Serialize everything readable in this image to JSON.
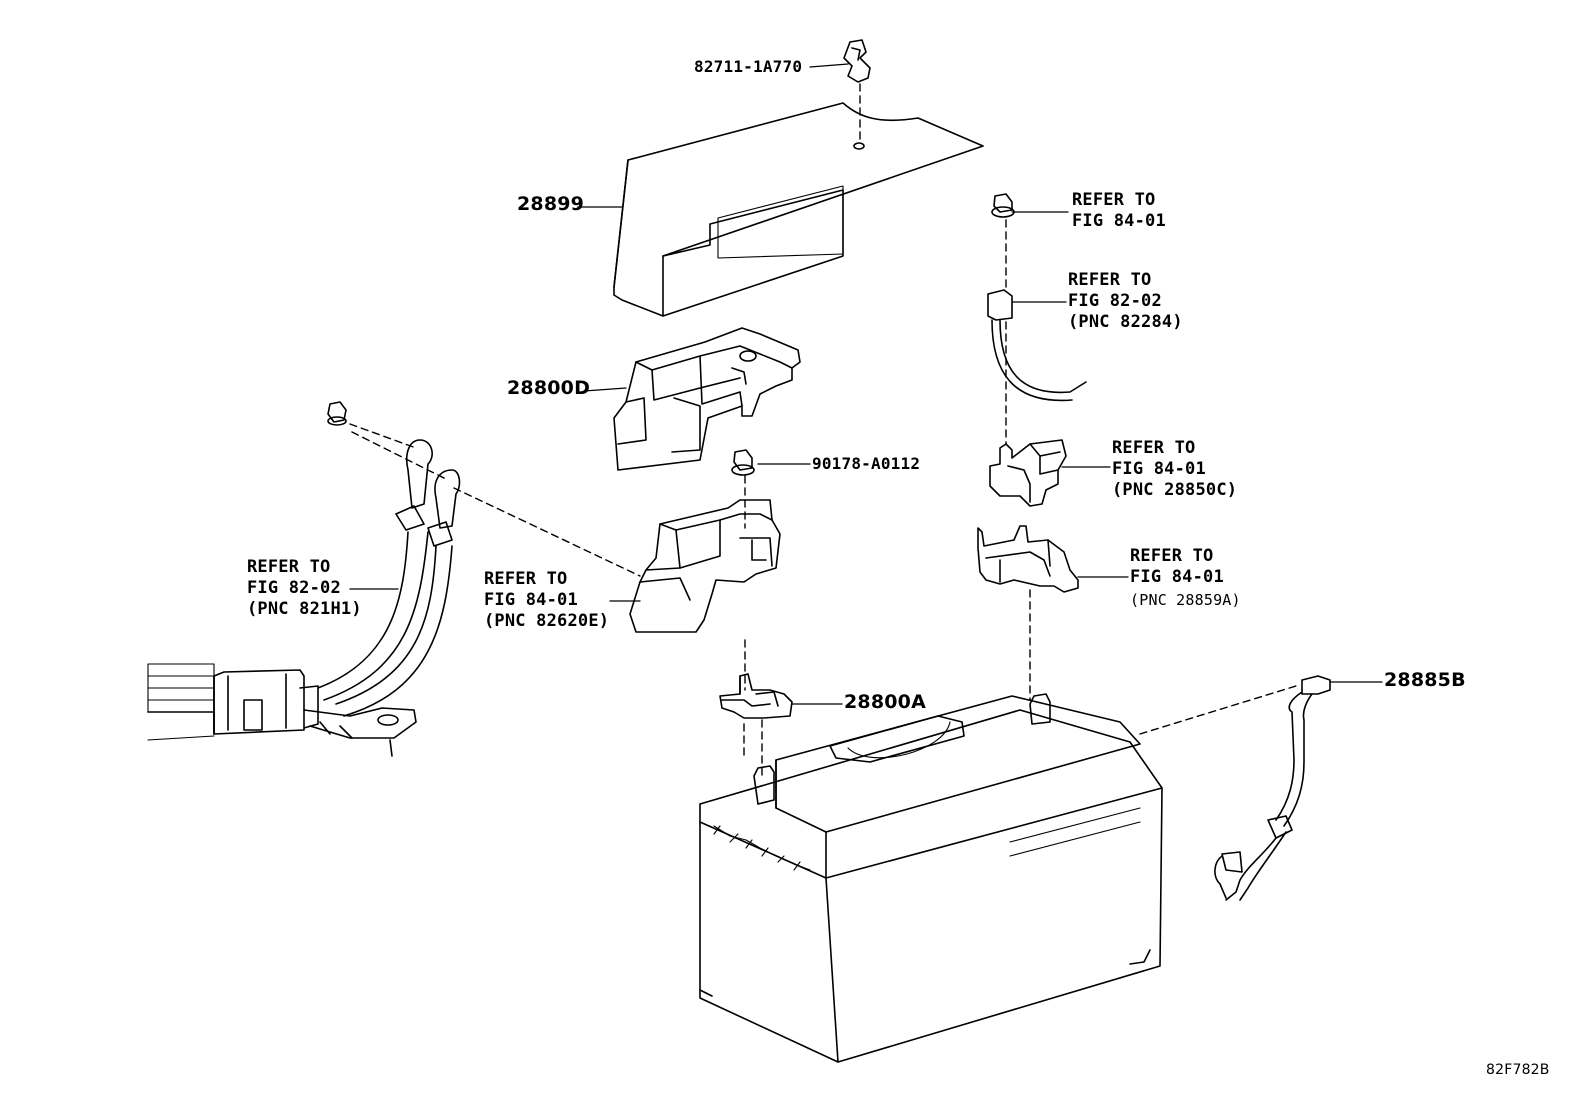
{
  "diagram_id": "82F782B",
  "callouts": {
    "part_82711_1A770": "82711-1A770",
    "part_28899": "28899",
    "part_28800D": "28800D",
    "part_90178_A0112": "90178-A0112",
    "part_28800A": "28800A",
    "part_28885B": "28885B",
    "ref_top_right": "REFER TO\nFIG 84-01",
    "ref_fig_82_02_pnc_82284": "REFER TO\nFIG 82-02\n(PNC 82284)",
    "ref_pnc_28850C": "REFER TO\nFIG 84-01\n(PNC 28850C)",
    "ref_pnc_28859A_head": "REFER TO\nFIG 84-01",
    "ref_pnc_28859A_sub": "(PNC 28859A)",
    "ref_pnc_821H1": "REFER TO\nFIG 82-02\n(PNC 821H1)",
    "ref_pnc_82620E": "REFER TO\nFIG 84-01\n(PNC 82620E)"
  }
}
